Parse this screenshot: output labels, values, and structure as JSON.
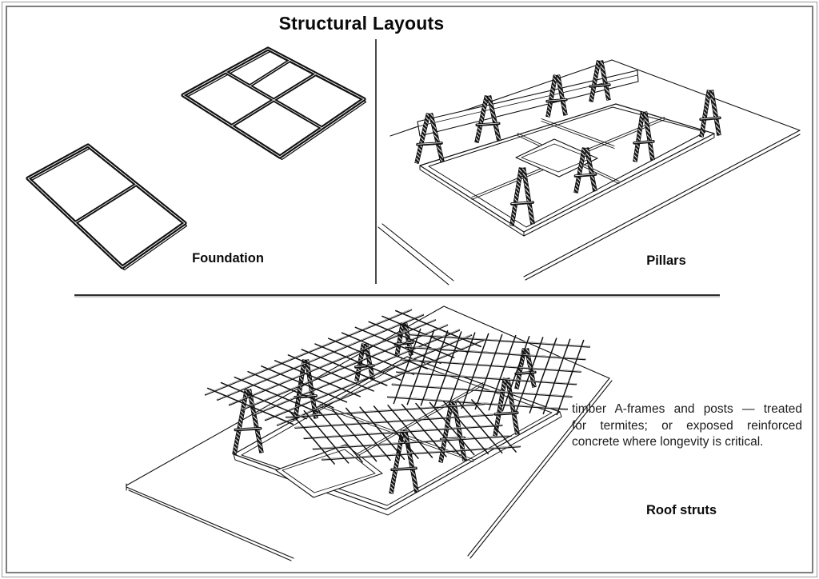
{
  "title": "Structural Layouts",
  "panels": {
    "foundation": {
      "label": "Foundation"
    },
    "pillars": {
      "label": "Pillars"
    },
    "roof": {
      "label": "Roof struts"
    }
  },
  "annotation": {
    "lines": [
      "timber A-frames and posts — treated",
      "for termites; or exposed reinforced",
      "concrete where longevity is critical."
    ]
  },
  "colors": {
    "ink": "#111111",
    "border": "#8a8a8a",
    "divider": "#2f2f2f"
  }
}
